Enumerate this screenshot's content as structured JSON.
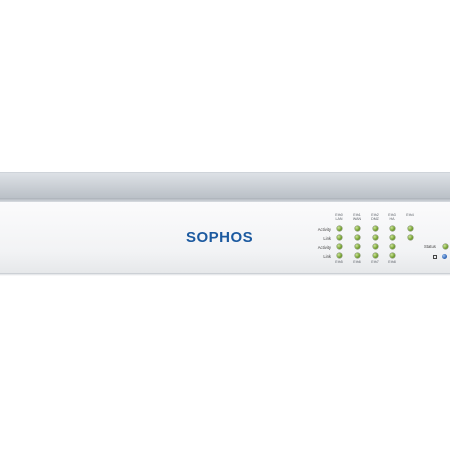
{
  "brand": {
    "logo_text": "SOPHOS",
    "logo_color": "#1c5aa0"
  },
  "ports_top": [
    {
      "name": "Eth0",
      "sub": "LAN"
    },
    {
      "name": "Eth1",
      "sub": "WAN"
    },
    {
      "name": "Eth2",
      "sub": "DMZ"
    },
    {
      "name": "Eth3",
      "sub": "HA"
    },
    {
      "name": "Eth4",
      "sub": ""
    }
  ],
  "ports_bottom": [
    "Eth5",
    "Eth6",
    "Eth7",
    "Eth8"
  ],
  "row_labels": {
    "activity": "Activity",
    "link": "Link"
  },
  "status_label": "Status",
  "led_color": "#6f9c2a"
}
